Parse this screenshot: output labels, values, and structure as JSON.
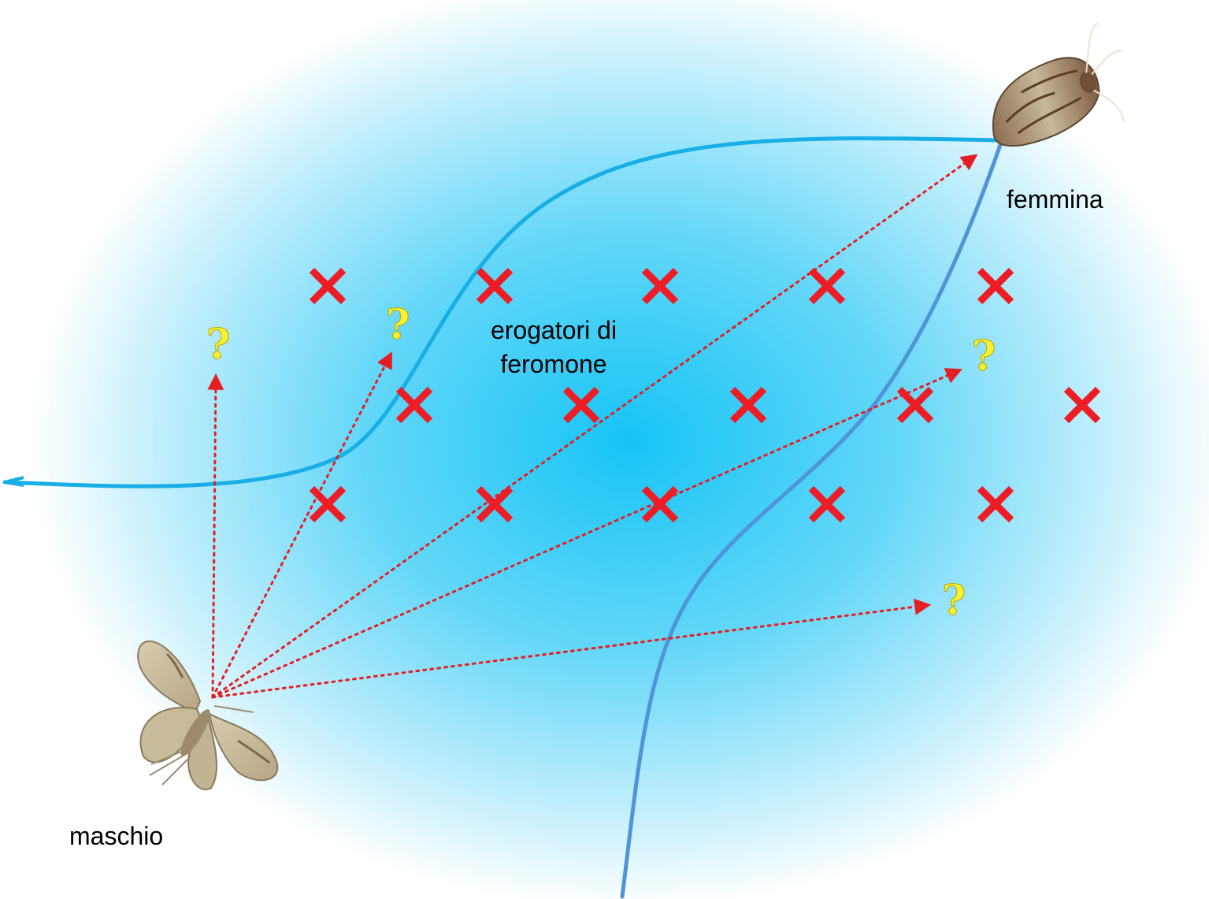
{
  "labels": {
    "male": "maschio",
    "female": "femmina",
    "dispensers": "erogatori di feromone"
  },
  "question_mark": "?",
  "dispenser_symbol": "x-icon",
  "colors": {
    "background_center": "#1ec8f6",
    "background_edge": "#ffffff",
    "plume_line": "#18aee6",
    "plume_line_alt": "#4f94d8",
    "dispenser": "#ee1c24",
    "trajectory": "#e31e24",
    "question": "#f4f035"
  }
}
